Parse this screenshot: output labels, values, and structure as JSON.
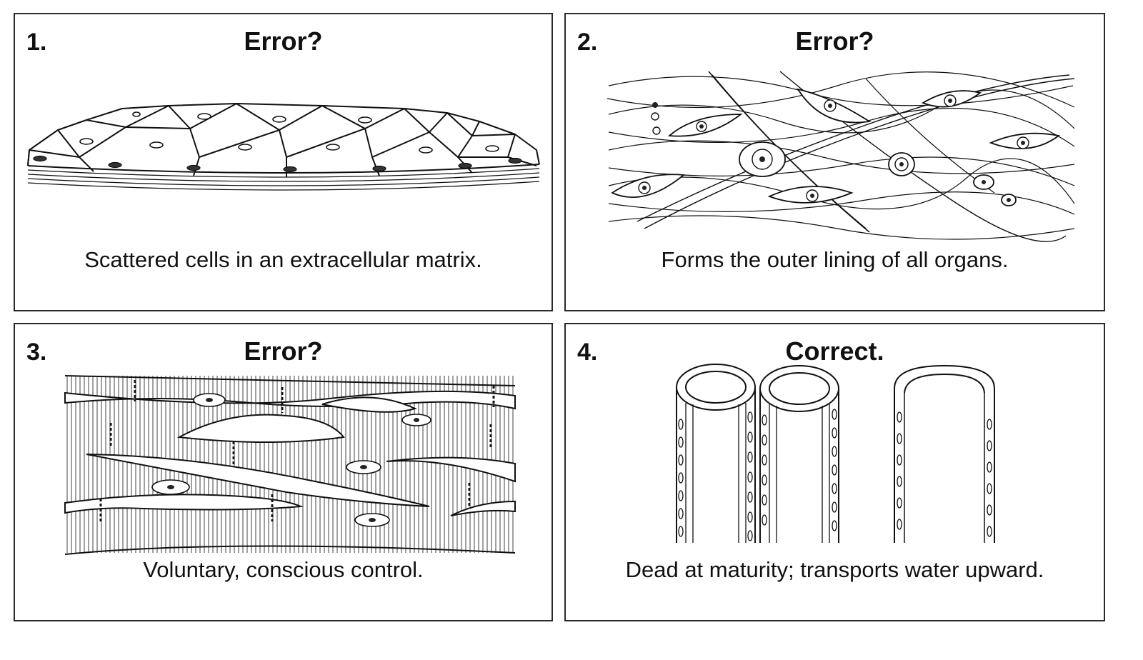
{
  "panels": [
    {
      "number": "1.",
      "title": "Error?",
      "caption": "Scattered cells in an extracellular matrix.",
      "illustration": "squamous-epithelium"
    },
    {
      "number": "2.",
      "title": "Error?",
      "caption": "Forms the outer lining of all organs.",
      "illustration": "loose-connective-tissue"
    },
    {
      "number": "3.",
      "title": "Error?",
      "caption": "Voluntary, conscious control.",
      "illustration": "cardiac-muscle"
    },
    {
      "number": "4.",
      "title": "Correct.",
      "caption": "Dead at maturity; transports water upward.",
      "illustration": "xylem-vessels"
    }
  ],
  "colors": {
    "ink": "#111111",
    "border": "#2a2a2a",
    "background": "#ffffff"
  }
}
